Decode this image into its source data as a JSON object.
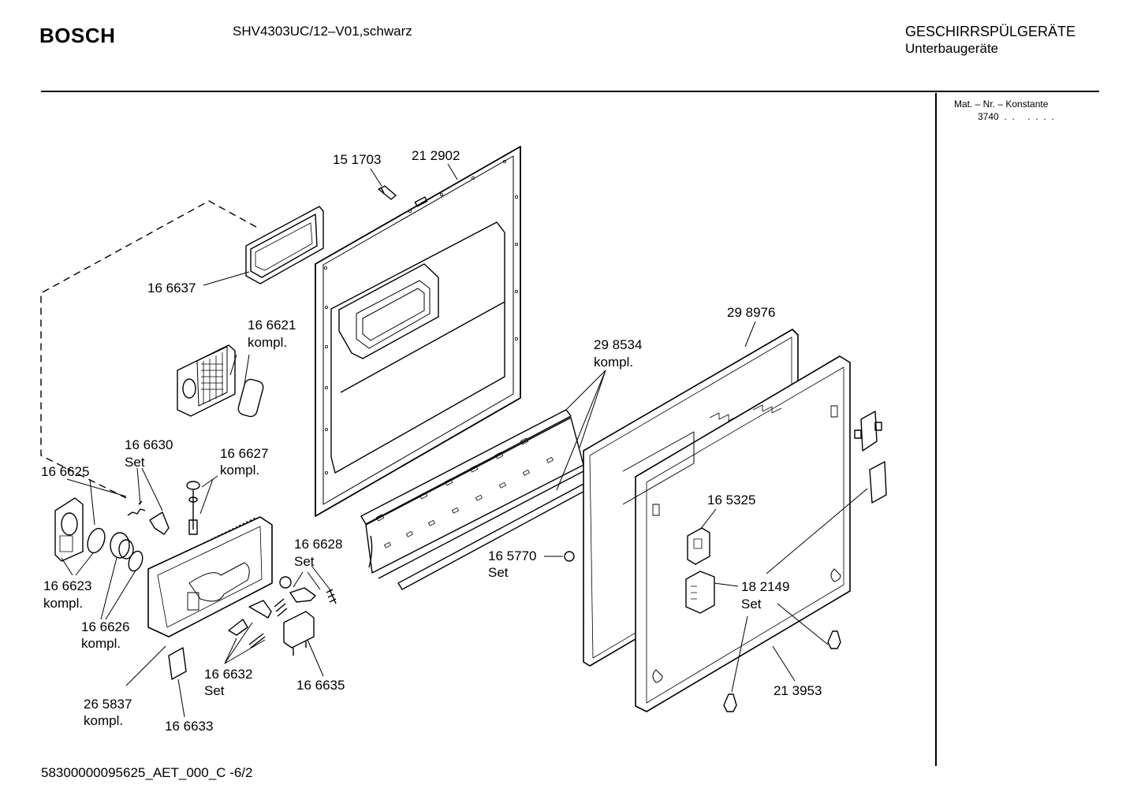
{
  "header": {
    "brand": "BOSCH",
    "model": "SHV4303UC/12–V01,schwarz",
    "category_line1": "GESCHIRRSPÜLGERÄTE",
    "category_line2": "Unterbaugeräte"
  },
  "sidebar": {
    "mat_label": "Mat. – Nr. – Konstante",
    "mat_value": "3740  .  .     .  .  .  ."
  },
  "footer": {
    "doc_id": "58300000095625_AET_000_C  -6/2"
  },
  "part_labels": {
    "p151703": "15 1703",
    "p212902": "21 2902",
    "p166637": "16 6637",
    "p166621": "16 6621",
    "p166621_note": "kompl.",
    "p298976": "29 8976",
    "p298534": "29 8534",
    "p298534_note": "kompl.",
    "p166630": "16 6630",
    "p166630_note": "Set",
    "p166627": "16 6627",
    "p166627_note": "kompl.",
    "p166625": "16 6625",
    "p166628": "16 6628",
    "p166628_note": "Set",
    "p165325": "16 5325",
    "p165770": "16 5770",
    "p165770_note": "Set",
    "p166623": "16 6623",
    "p166623_note": "kompl.",
    "p182149": "18 2149",
    "p182149_note": "Set",
    "p166626": "16 6626",
    "p166626_note": "kompl.",
    "p166632": "16 6632",
    "p166632_note": "Set",
    "p166635": "16 6635",
    "p213953": "21 3953",
    "p265837": "26 5837",
    "p265837_note": "kompl.",
    "p166633": "16 6633"
  }
}
